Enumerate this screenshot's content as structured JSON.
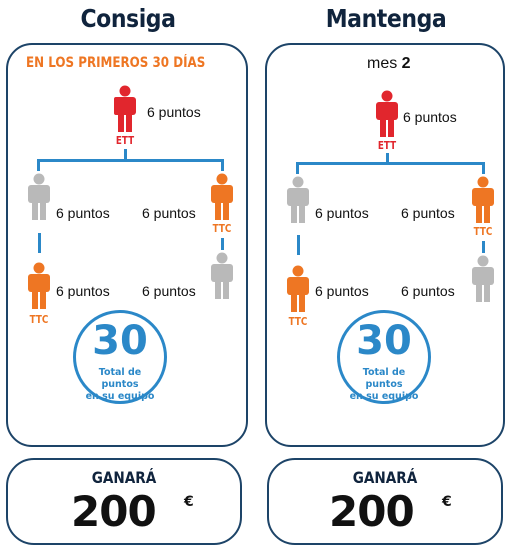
{
  "left": {
    "title": "Consiga",
    "header_prefix": "EN LOS ",
    "header_highlight": "PRIMEROS 30 DÍAS",
    "top": {
      "points": "6 puntos",
      "role": "ETT",
      "color": "#e1262d"
    },
    "mid_left": {
      "points": "6 puntos",
      "role": "",
      "color": "#b9b9b9"
    },
    "mid_right": {
      "points": "6 puntos",
      "role": "TTC",
      "color": "#ee7623"
    },
    "bot_left": {
      "points": "6 puntos",
      "role": "TTC",
      "color": "#ee7623"
    },
    "bot_right": {
      "points": "6 puntos",
      "role": "",
      "color": "#b9b9b9"
    },
    "total": "30",
    "total_label_1": "Total de puntos",
    "total_label_2": "en su equipo",
    "earn_label": "GANARÁ",
    "earn_amount": "200",
    "currency": "€"
  },
  "right": {
    "title": "Mantenga",
    "header_prefix": "mes ",
    "header_highlight": "2",
    "top": {
      "points": "6 puntos",
      "role": "ETT",
      "color": "#e1262d"
    },
    "mid_left": {
      "points": "6 puntos",
      "role": "",
      "color": "#b9b9b9"
    },
    "mid_right": {
      "points": "6 puntos",
      "role": "TTC",
      "color": "#ee7623"
    },
    "bot_left": {
      "points": "6 puntos",
      "role": "TTC",
      "color": "#ee7623"
    },
    "bot_right": {
      "points": "6 puntos",
      "role": "",
      "color": "#b9b9b9"
    },
    "total": "30",
    "total_label_1": "Total de puntos",
    "total_label_2": "en su equipo",
    "earn_label": "GANARÁ",
    "earn_amount": "200",
    "currency": "€"
  },
  "colors": {
    "accent": "#2b88c8",
    "border": "#1d4468",
    "title": "#10243d",
    "red": "#e1262d",
    "orange": "#ee7623",
    "gray": "#b9b9b9"
  }
}
